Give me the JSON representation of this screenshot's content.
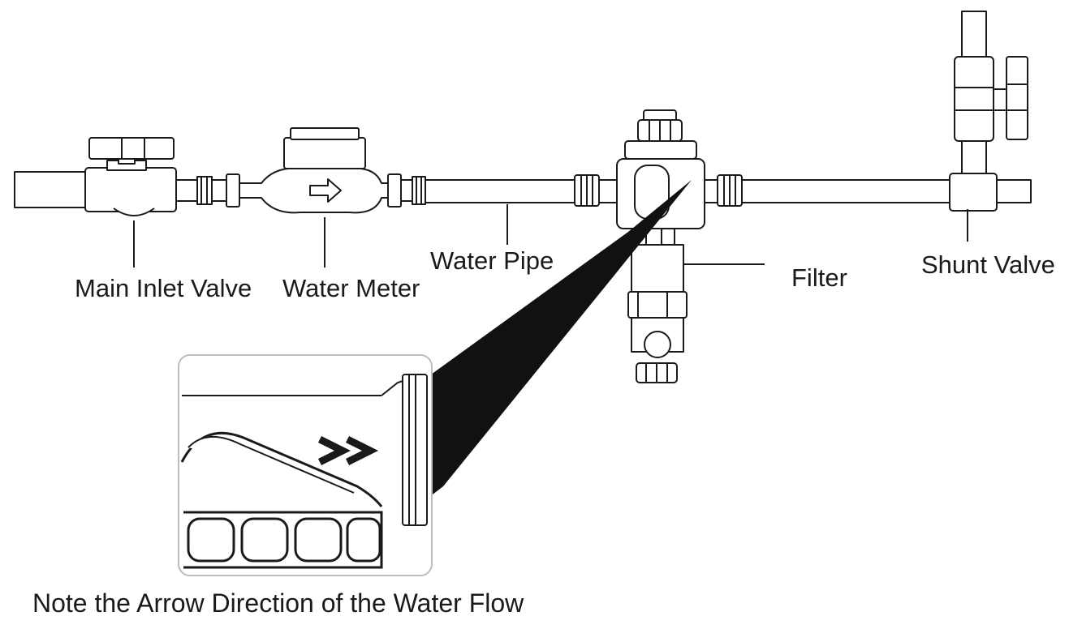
{
  "labels": {
    "main_inlet_valve": "Main Inlet Valve",
    "water_meter": "Water Meter",
    "water_pipe": "Water Pipe",
    "filter": "Filter",
    "shunt_valve": "Shunt Valve",
    "note": "Note the Arrow Direction of the Water Flow"
  },
  "colors": {
    "line": "#1a1a1a",
    "fill": "#ffffff",
    "callout": "#111111"
  },
  "icons": [
    "flow-arrow-icon",
    "double-chevron-icon"
  ]
}
